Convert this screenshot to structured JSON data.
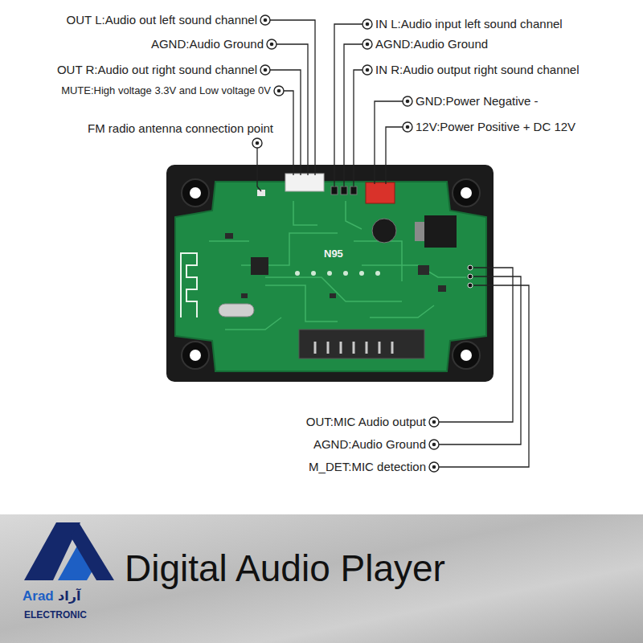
{
  "diagram": {
    "title": "Digital Audio Player",
    "labels": [
      "OUT L:Audio out left sound channel",
      "AGND:Audio Ground",
      "OUT R:Audio out right sound channel",
      "MUTE:High voltage 3.3V and Low voltage 0V",
      "FM radio antenna connection point",
      "IN L:Audio input left sound channel",
      "AGND:Audio Ground",
      "IN R:Audio output right sound channel",
      "GND:Power Negative -",
      "12V:Power Positive + DC 12V",
      "OUT:MIC Audio output",
      "AGND:Audio Ground",
      "M_DET:MIC detection",
      "N95",
      "Arad",
      "آراد",
      "ELECTRONIC"
    ]
  }
}
